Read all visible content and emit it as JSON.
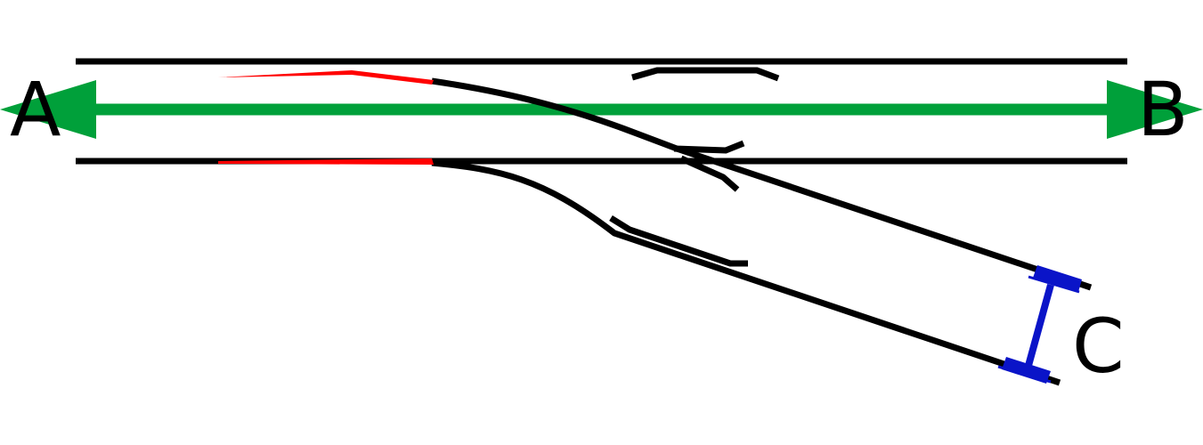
{
  "labels": {
    "a": "A",
    "b": "B",
    "c": "C"
  },
  "colors": {
    "rail": "#000000",
    "switch_blade": "#ff0000",
    "route_arrow": "#00a03a",
    "track_gauge": "#0a14c8",
    "background": "#ffffff"
  }
}
